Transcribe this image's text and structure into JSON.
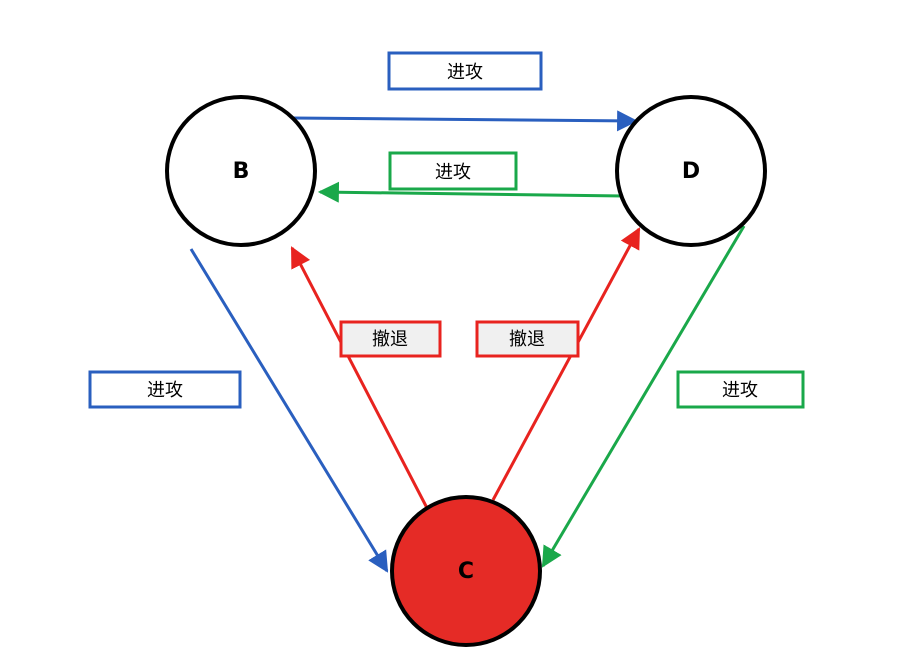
{
  "colors": {
    "blue": "#2a5fbf",
    "green": "#1aa84a",
    "red": "#e8231f",
    "node_c_fill": "#e52b26",
    "label_fill_default": "#ffffff",
    "label_fill_red": "#f0f0f0"
  },
  "nodes": {
    "b": {
      "label": "B"
    },
    "c": {
      "label": "C"
    },
    "d": {
      "label": "D"
    }
  },
  "edges": {
    "b_to_d": {
      "label": "进攻",
      "color": "blue"
    },
    "d_to_b": {
      "label": "进攻",
      "color": "green"
    },
    "b_to_c": {
      "label": "进攻",
      "color": "blue"
    },
    "d_to_c": {
      "label": "进攻",
      "color": "green"
    },
    "c_to_b": {
      "label": "撤退",
      "color": "red"
    },
    "c_to_d": {
      "label": "撤退",
      "color": "red"
    }
  }
}
